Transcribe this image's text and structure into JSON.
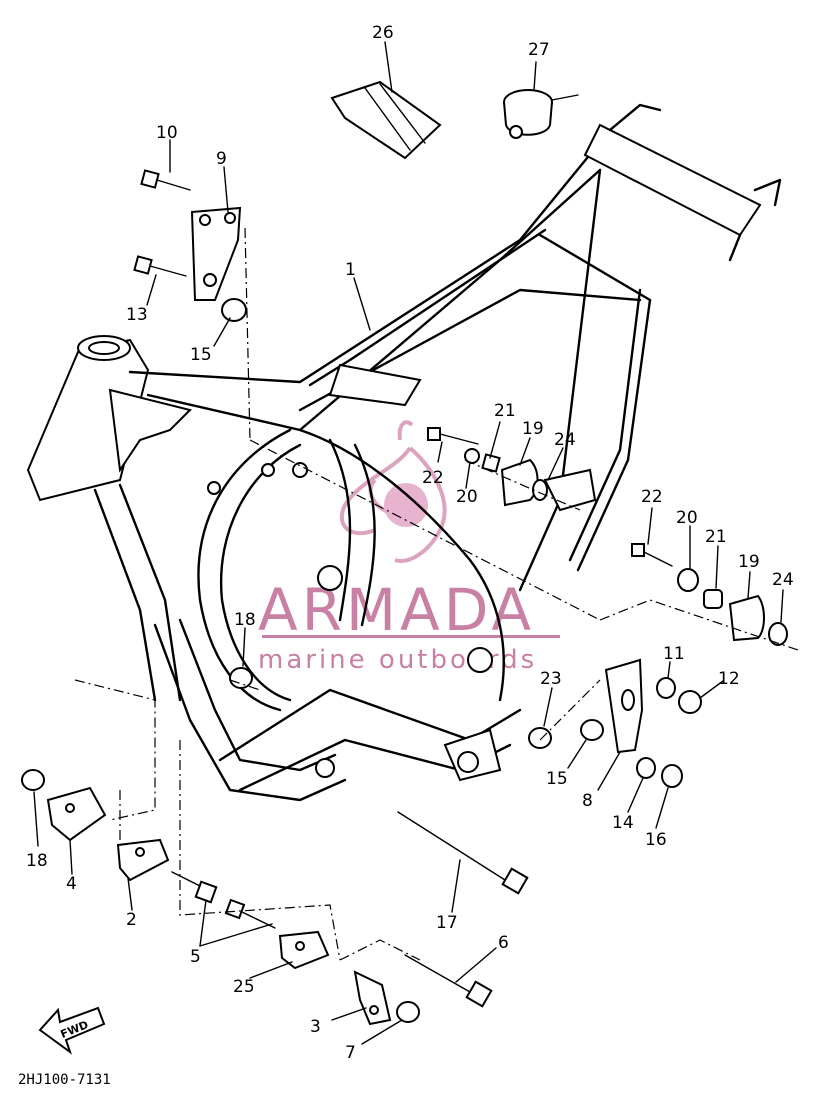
{
  "diagram": {
    "footer_code": "2HJ100-7131",
    "fwd_label": "FWD"
  },
  "watermark": {
    "brand": "ARMADA",
    "tagline": "marine outboards",
    "color": "#c06a96"
  },
  "callouts": [
    {
      "id": "c1",
      "text": "1"
    },
    {
      "id": "c26",
      "text": "26"
    },
    {
      "id": "c27",
      "text": "27"
    },
    {
      "id": "c10",
      "text": "10"
    },
    {
      "id": "c9",
      "text": "9"
    },
    {
      "id": "c13",
      "text": "13"
    },
    {
      "id": "c15a",
      "text": "15"
    },
    {
      "id": "c21a",
      "text": "21"
    },
    {
      "id": "c19a",
      "text": "19"
    },
    {
      "id": "c24a",
      "text": "24"
    },
    {
      "id": "c22a",
      "text": "22"
    },
    {
      "id": "c20a",
      "text": "20"
    },
    {
      "id": "c22b",
      "text": "22"
    },
    {
      "id": "c20b",
      "text": "20"
    },
    {
      "id": "c21b",
      "text": "21"
    },
    {
      "id": "c19b",
      "text": "19"
    },
    {
      "id": "c24b",
      "text": "24"
    },
    {
      "id": "c18a",
      "text": "18"
    },
    {
      "id": "c23",
      "text": "23"
    },
    {
      "id": "c11",
      "text": "11"
    },
    {
      "id": "c12",
      "text": "12"
    },
    {
      "id": "c15b",
      "text": "15"
    },
    {
      "id": "c8",
      "text": "8"
    },
    {
      "id": "c14",
      "text": "14"
    },
    {
      "id": "c16",
      "text": "16"
    },
    {
      "id": "c18b",
      "text": "18"
    },
    {
      "id": "c4",
      "text": "4"
    },
    {
      "id": "c2",
      "text": "2"
    },
    {
      "id": "c5",
      "text": "5"
    },
    {
      "id": "c17",
      "text": "17"
    },
    {
      "id": "c6",
      "text": "6"
    },
    {
      "id": "c25",
      "text": "25"
    },
    {
      "id": "c3",
      "text": "3"
    },
    {
      "id": "c7",
      "text": "7"
    }
  ]
}
